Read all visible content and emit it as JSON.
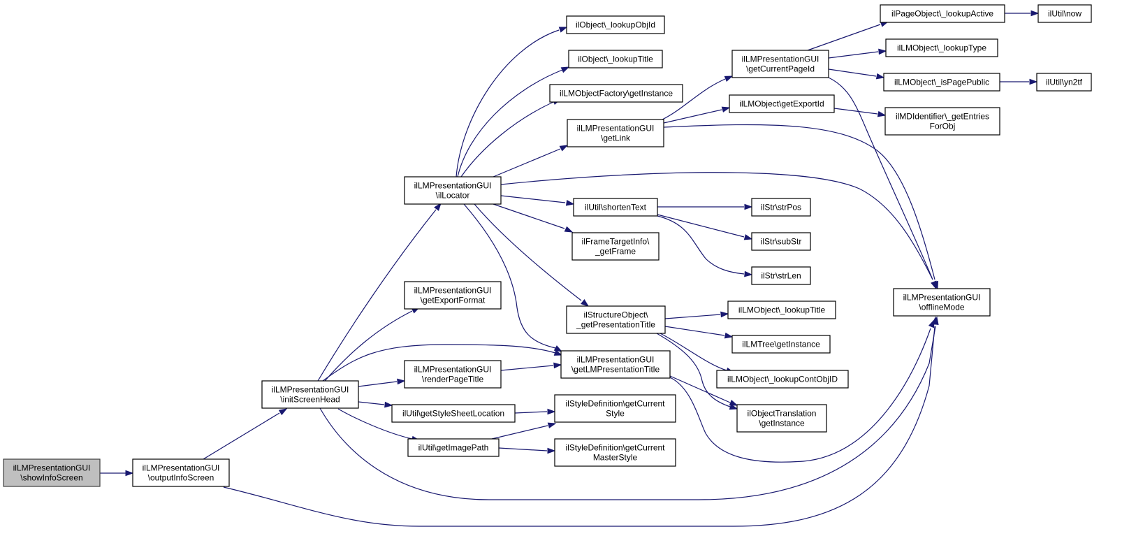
{
  "nodes": [
    {
      "id": "showInfoScreen",
      "lines": [
        "ilLMPresentationGUI",
        "\\showInfoScreen"
      ],
      "root": true
    },
    {
      "id": "outputInfoScreen",
      "lines": [
        "ilLMPresentationGUI",
        "\\outputInfoScreen"
      ]
    },
    {
      "id": "initScreenHead",
      "lines": [
        "ilLMPresentationGUI",
        "\\initScreenHead"
      ]
    },
    {
      "id": "ilLocator",
      "lines": [
        "ilLMPresentationGUI",
        "\\ilLocator"
      ]
    },
    {
      "id": "getExportFormat",
      "lines": [
        "ilLMPresentationGUI",
        "\\getExportFormat"
      ]
    },
    {
      "id": "renderPageTitle",
      "lines": [
        "ilLMPresentationGUI",
        "\\renderPageTitle"
      ]
    },
    {
      "id": "getStyleSheetLocation",
      "lines": [
        "ilUtil\\getStyleSheetLocation"
      ]
    },
    {
      "id": "getImagePath",
      "lines": [
        "ilUtil\\getImagePath"
      ]
    },
    {
      "id": "lookupObjId",
      "lines": [
        "ilObject\\_lookupObjId"
      ]
    },
    {
      "id": "lookupTitle1",
      "lines": [
        "ilObject\\_lookupTitle"
      ]
    },
    {
      "id": "lmFactoryGetInstance",
      "lines": [
        "ilLMObjectFactory\\getInstance"
      ]
    },
    {
      "id": "getLink",
      "lines": [
        "ilLMPresentationGUI",
        "\\getLink"
      ]
    },
    {
      "id": "shortenText",
      "lines": [
        "ilUtil\\shortenText"
      ]
    },
    {
      "id": "getFrame",
      "lines": [
        "ilFrameTargetInfo\\",
        "_getFrame"
      ]
    },
    {
      "id": "getPresentationTitle",
      "lines": [
        "ilStructureObject\\",
        "_getPresentationTitle"
      ]
    },
    {
      "id": "getLMPresentationTitle",
      "lines": [
        "ilLMPresentationGUI",
        "\\getLMPresentationTitle"
      ]
    },
    {
      "id": "getCurrentStyle",
      "lines": [
        "ilStyleDefinition\\getCurrent",
        "Style"
      ]
    },
    {
      "id": "getCurrentMasterStyle",
      "lines": [
        "ilStyleDefinition\\getCurrent",
        "MasterStyle"
      ]
    },
    {
      "id": "getCurrentPageId",
      "lines": [
        "ilLMPresentationGUI",
        "\\getCurrentPageId"
      ]
    },
    {
      "id": "getExportId",
      "lines": [
        "ilLMObject\\getExportId"
      ]
    },
    {
      "id": "strPos",
      "lines": [
        "ilStr\\strPos"
      ]
    },
    {
      "id": "subStr",
      "lines": [
        "ilStr\\subStr"
      ]
    },
    {
      "id": "strLen",
      "lines": [
        "ilStr\\strLen"
      ]
    },
    {
      "id": "lmLookupTitle",
      "lines": [
        "ilLMObject\\_lookupTitle"
      ]
    },
    {
      "id": "lmTreeGetInstance",
      "lines": [
        "ilLMTree\\getInstance"
      ]
    },
    {
      "id": "lookupContObjID",
      "lines": [
        "ilLMObject\\_lookupContObjID"
      ]
    },
    {
      "id": "objTranslationGetInstance",
      "lines": [
        "ilObjectTranslation",
        "\\getInstance"
      ]
    },
    {
      "id": "pageLookupActive",
      "lines": [
        "ilPageObject\\_lookupActive"
      ]
    },
    {
      "id": "lookupType",
      "lines": [
        "ilLMObject\\_lookupType"
      ]
    },
    {
      "id": "isPagePublic",
      "lines": [
        "ilLMObject\\_isPagePublic"
      ]
    },
    {
      "id": "getEntriesForObj",
      "lines": [
        "ilMDIdentifier\\_getEntries",
        "ForObj"
      ]
    },
    {
      "id": "offlineMode",
      "lines": [
        "ilLMPresentationGUI",
        "\\offlineMode"
      ]
    },
    {
      "id": "utilNow",
      "lines": [
        "ilUtil\\now"
      ]
    },
    {
      "id": "yn2tf",
      "lines": [
        "ilUtil\\yn2tf"
      ]
    }
  ],
  "edges": [
    [
      "showInfoScreen",
      "outputInfoScreen"
    ],
    [
      "outputInfoScreen",
      "initScreenHead"
    ],
    [
      "outputInfoScreen",
      "offlineMode"
    ],
    [
      "initScreenHead",
      "ilLocator"
    ],
    [
      "initScreenHead",
      "getExportFormat"
    ],
    [
      "initScreenHead",
      "getLMPresentationTitle"
    ],
    [
      "initScreenHead",
      "renderPageTitle"
    ],
    [
      "initScreenHead",
      "getStyleSheetLocation"
    ],
    [
      "initScreenHead",
      "getImagePath"
    ],
    [
      "initScreenHead",
      "offlineMode"
    ],
    [
      "ilLocator",
      "lookupObjId"
    ],
    [
      "ilLocator",
      "lookupTitle1"
    ],
    [
      "ilLocator",
      "lmFactoryGetInstance"
    ],
    [
      "ilLocator",
      "getLink"
    ],
    [
      "ilLocator",
      "offlineMode"
    ],
    [
      "ilLocator",
      "shortenText"
    ],
    [
      "ilLocator",
      "getFrame"
    ],
    [
      "ilLocator",
      "getPresentationTitle"
    ],
    [
      "ilLocator",
      "getLMPresentationTitle"
    ],
    [
      "renderPageTitle",
      "getLMPresentationTitle"
    ],
    [
      "getStyleSheetLocation",
      "getCurrentStyle"
    ],
    [
      "getImagePath",
      "getCurrentStyle"
    ],
    [
      "getImagePath",
      "getCurrentMasterStyle"
    ],
    [
      "getLink",
      "getCurrentPageId"
    ],
    [
      "getLink",
      "getExportId"
    ],
    [
      "getLink",
      "offlineMode"
    ],
    [
      "shortenText",
      "strPos"
    ],
    [
      "shortenText",
      "subStr"
    ],
    [
      "shortenText",
      "strLen"
    ],
    [
      "getPresentationTitle",
      "lmLookupTitle"
    ],
    [
      "getPresentationTitle",
      "lmTreeGetInstance"
    ],
    [
      "getPresentationTitle",
      "lookupContObjID"
    ],
    [
      "getPresentationTitle",
      "objTranslationGetInstance"
    ],
    [
      "getLMPresentationTitle",
      "objTranslationGetInstance"
    ],
    [
      "getLMPresentationTitle",
      "offlineMode"
    ],
    [
      "getCurrentPageId",
      "pageLookupActive"
    ],
    [
      "getCurrentPageId",
      "lookupType"
    ],
    [
      "getCurrentPageId",
      "isPagePublic"
    ],
    [
      "getCurrentPageId",
      "offlineMode"
    ],
    [
      "getExportId",
      "getEntriesForObj"
    ],
    [
      "pageLookupActive",
      "utilNow"
    ],
    [
      "isPagePublic",
      "yn2tf"
    ]
  ]
}
